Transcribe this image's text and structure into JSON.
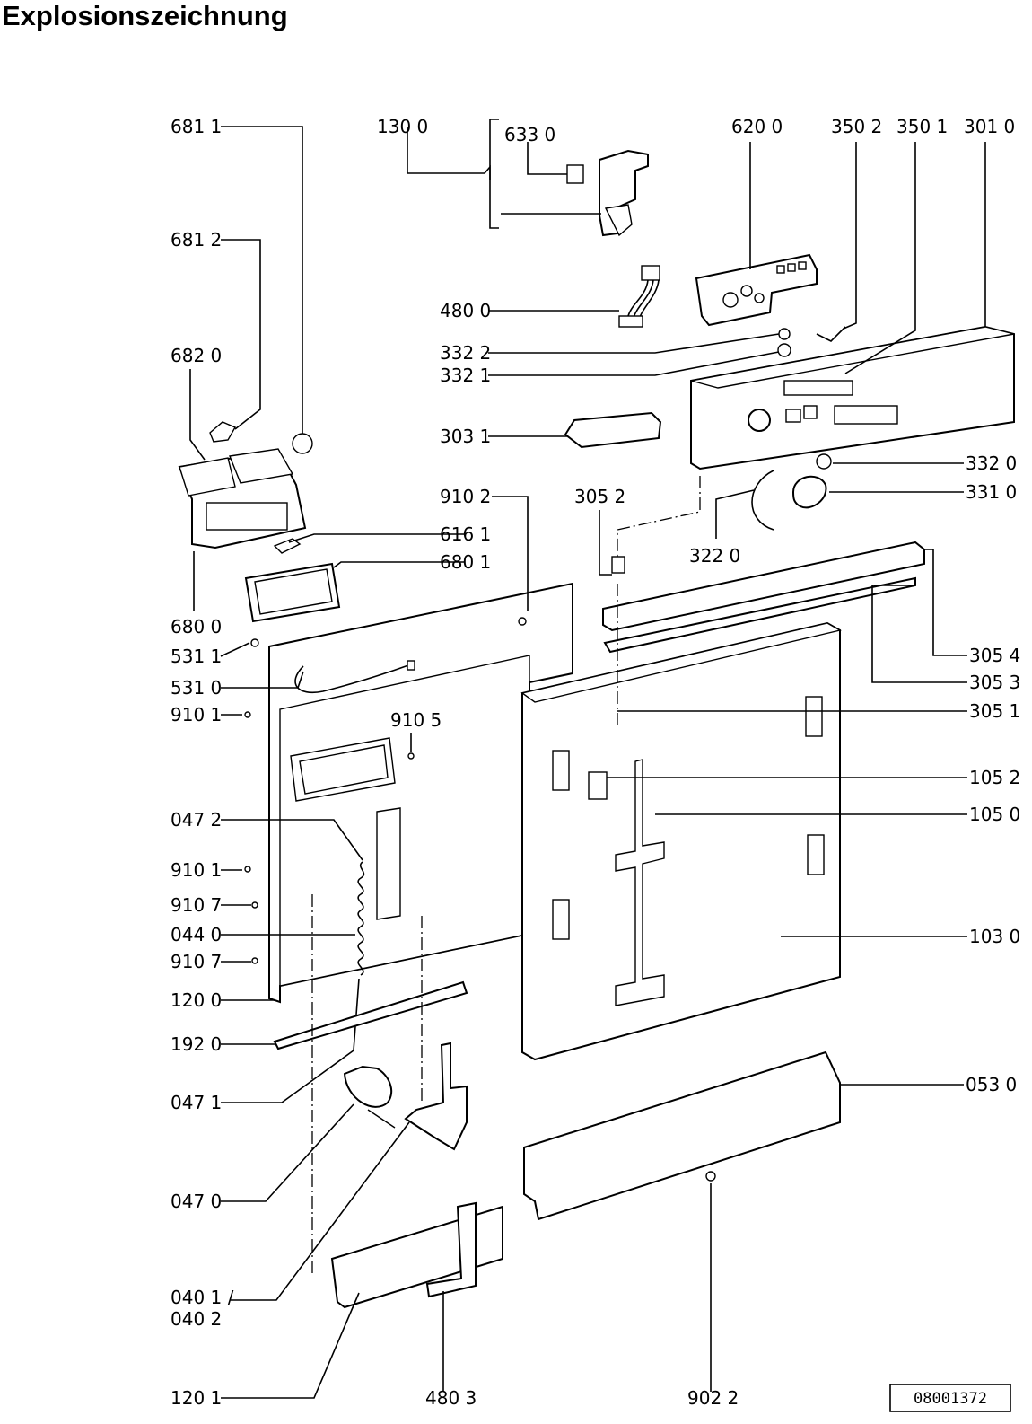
{
  "title": "Explosionszeichnung",
  "reference_number": "08001372",
  "labels": {
    "l_681_1": "681 1",
    "l_130_0": "130 0",
    "l_633_0": "633 0",
    "l_620_0": "620 0",
    "l_350_2": "350 2",
    "l_350_1": "350 1",
    "l_301_0": "301 0",
    "l_681_2": "681 2",
    "l_480_0": "480 0",
    "l_332_2": "332 2",
    "l_332_1": "332 1",
    "l_682_0": "682 0",
    "l_303_1": "303 1",
    "l_332_0": "332 0",
    "l_910_2": "910 2",
    "l_305_2": "305 2",
    "l_331_0": "331 0",
    "l_322_0": "322 0",
    "l_616_1": "616 1",
    "l_680_1": "680 1",
    "l_680_0": "680 0",
    "l_305_4": "305 4",
    "l_531_1": "531 1",
    "l_305_3": "305 3",
    "l_531_0": "531 0",
    "l_910_1a": "910 1",
    "l_910_5": "910 5",
    "l_305_1": "305 1",
    "l_105_2": "105 2",
    "l_105_0": "105 0",
    "l_047_2": "047 2",
    "l_910_1b": "910 1",
    "l_910_7a": "910 7",
    "l_044_0": "044 0",
    "l_103_0": "103 0",
    "l_910_7b": "910 7",
    "l_120_0": "120 0",
    "l_192_0": "192 0",
    "l_047_1": "047 1",
    "l_053_0": "053 0",
    "l_047_0": "047 0",
    "l_040_1": "040 1 /",
    "l_040_2": "040 2",
    "l_120_1": "120 1",
    "l_480_3": "480 3",
    "l_902_2": "902 2"
  }
}
